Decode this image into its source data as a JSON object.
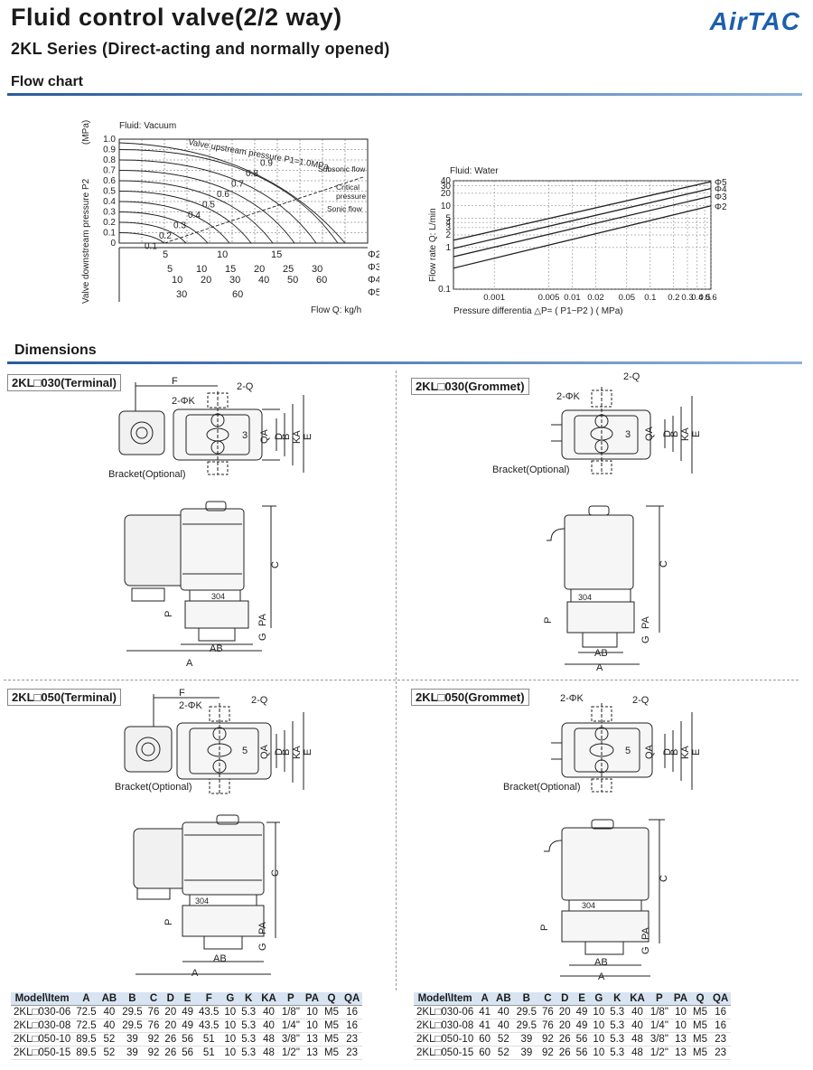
{
  "header": {
    "title": "Fluid control valve(2/2 way)",
    "subtitle": "2KL Series (Direct-acting and normally opened)",
    "brand": "AirTAC"
  },
  "sections": {
    "flow_chart": "Flow chart",
    "dimensions": "Dimensions"
  },
  "vacuum_chart": {
    "fluid": "Fluid: Vacuum",
    "y_label": "Valve downstream pressure P2",
    "y_unit": "(MPa)",
    "y_ticks": [
      "1.0",
      "0.9",
      "0.8",
      "0.7",
      "0.6",
      "0.5",
      "0.4",
      "0.3",
      "0.2",
      "0.1",
      "0"
    ],
    "curve_labels": [
      "0.1",
      "0.2",
      "0.3",
      "0.4",
      "0.5",
      "0.6",
      "0.7",
      "0.8",
      "0.9"
    ],
    "upstream_label": "Valve upstream pressure P1=1.0MPa",
    "subsonic": "Subsonic flow",
    "critical_1": "Critical",
    "critical_2": "pressure",
    "sonic": "Sonic flow",
    "rows": [
      {
        "name": "Φ2",
        "ticks": [
          "5",
          "10",
          "15"
        ]
      },
      {
        "name": "Φ3",
        "ticks": [
          "5",
          "10",
          "15",
          "20",
          "25",
          "30"
        ]
      },
      {
        "name": "Φ4",
        "ticks": [
          "10",
          "20",
          "30",
          "40",
          "50",
          "60"
        ]
      },
      {
        "name": "Φ5",
        "ticks": [
          "30",
          "60"
        ]
      }
    ],
    "x_label": "Flow Q: kg/h"
  },
  "chart_data": {
    "type": "line",
    "fluid": "Fluid: Water",
    "xlabel": "Pressure differentia  △P= ( P1−P2 )   ( MPa)",
    "ylabel": "Flow rate Q: L/min",
    "xscale": "log",
    "yscale": "log",
    "x_ticks": [
      "0.001",
      "0.005",
      "0.01",
      "0.02",
      "0.05",
      "0.1",
      "0.2",
      "0.3",
      "0.4",
      "0.5",
      "0.6"
    ],
    "y_ticks": [
      "40",
      "30",
      "20",
      "10",
      "5",
      "4",
      "3",
      "2",
      "1",
      "0.1"
    ],
    "xlim": [
      0.0003,
      0.6
    ],
    "ylim": [
      0.1,
      40
    ],
    "series": [
      {
        "name": "Φ5",
        "x": [
          0.0003,
          0.6
        ],
        "y": [
          1.5,
          38
        ]
      },
      {
        "name": "Φ4",
        "x": [
          0.0003,
          0.6
        ],
        "y": [
          0.95,
          26
        ]
      },
      {
        "name": "Φ3",
        "x": [
          0.0003,
          0.6
        ],
        "y": [
          0.6,
          17
        ]
      },
      {
        "name": "Φ2",
        "x": [
          0.0003,
          0.6
        ],
        "y": [
          0.32,
          10
        ]
      }
    ]
  },
  "drawings": {
    "terminal_030": "2KL□030(Terminal)",
    "grommet_030": "2KL□030(Grommet)",
    "terminal_050": "2KL□050(Terminal)",
    "grommet_050": "2KL□050(Grommet)",
    "bracket": "Bracket(Optional)",
    "labels": {
      "F": "F",
      "K": "2-ΦK",
      "Q": "2-Q",
      "QA": "QA",
      "D": "D",
      "B": "B",
      "KA": "KA",
      "E": "E",
      "C": "C",
      "P": "P",
      "PA": "PA",
      "G": "G",
      "AB": "AB",
      "A": "A",
      "n3": "3",
      "n5": "5",
      "plate": "304"
    }
  },
  "table_terminal": {
    "headers": [
      "Model\\Item",
      "A",
      "AB",
      "B",
      "C",
      "D",
      "E",
      "F",
      "G",
      "K",
      "KA",
      "P",
      "PA",
      "Q",
      "QA"
    ],
    "rows": [
      [
        "2KL□030-06",
        "72.5",
        "40",
        "29.5",
        "76",
        "20",
        "49",
        "43.5",
        "10",
        "5.3",
        "40",
        "1/8\"",
        "10",
        "M5",
        "16"
      ],
      [
        "2KL□030-08",
        "72.5",
        "40",
        "29.5",
        "76",
        "20",
        "49",
        "43.5",
        "10",
        "5.3",
        "40",
        "1/4\"",
        "10",
        "M5",
        "16"
      ],
      [
        "2KL□050-10",
        "89.5",
        "52",
        "39",
        "92",
        "26",
        "56",
        "51",
        "10",
        "5.3",
        "48",
        "3/8\"",
        "13",
        "M5",
        "23"
      ],
      [
        "2KL□050-15",
        "89.5",
        "52",
        "39",
        "92",
        "26",
        "56",
        "51",
        "10",
        "5.3",
        "48",
        "1/2\"",
        "13",
        "M5",
        "23"
      ]
    ]
  },
  "table_grommet": {
    "headers": [
      "Model\\Item",
      "A",
      "AB",
      "B",
      "C",
      "D",
      "E",
      "G",
      "K",
      "KA",
      "P",
      "PA",
      "Q",
      "QA"
    ],
    "rows": [
      [
        "2KL□030-06",
        "41",
        "40",
        "29.5",
        "76",
        "20",
        "49",
        "10",
        "5.3",
        "40",
        "1/8\"",
        "10",
        "M5",
        "16"
      ],
      [
        "2KL□030-08",
        "41",
        "40",
        "29.5",
        "76",
        "20",
        "49",
        "10",
        "5.3",
        "40",
        "1/4\"",
        "10",
        "M5",
        "16"
      ],
      [
        "2KL□050-10",
        "60",
        "52",
        "39",
        "92",
        "26",
        "56",
        "10",
        "5.3",
        "48",
        "3/8\"",
        "13",
        "M5",
        "23"
      ],
      [
        "2KL□050-15",
        "60",
        "52",
        "39",
        "92",
        "26",
        "56",
        "10",
        "5.3",
        "48",
        "1/2\"",
        "13",
        "M5",
        "23"
      ]
    ]
  }
}
